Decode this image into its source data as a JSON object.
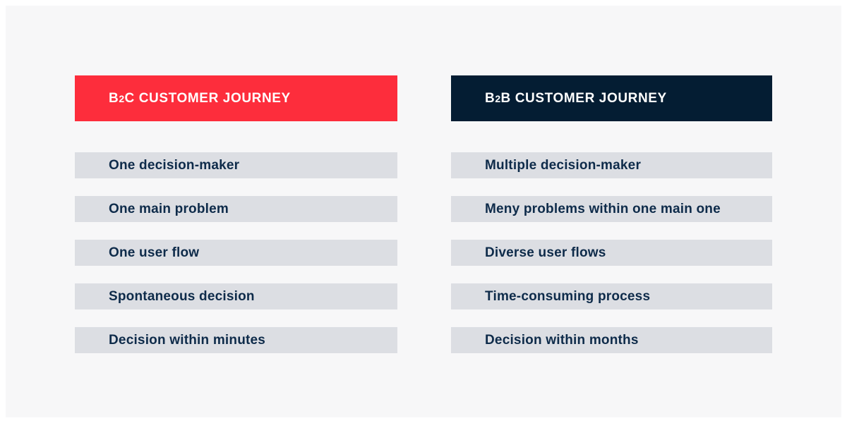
{
  "page": {
    "background": "#ffffff",
    "panel_background": "#f7f7f8"
  },
  "colors": {
    "b2c_header_background": "#fd2d3c",
    "b2b_header_background": "#041d33",
    "header_text": "#ffffff",
    "row_background": "#dcdee3",
    "row_text": "#0e2b4a"
  },
  "columns": [
    {
      "id": "b2c",
      "title": "B2C CUSTOMER JOURNEY",
      "title_parts": [
        "B",
        "2",
        "C CUSTOMER JOURNEY"
      ],
      "header_color": "#fd2d3c",
      "rows": [
        "One decision-maker",
        "One main problem",
        "One user flow",
        "Spontaneous decision",
        "Decision within minutes"
      ]
    },
    {
      "id": "b2b",
      "title": "B2B CUSTOMER JOURNEY",
      "title_parts": [
        "B",
        "2",
        "B CUSTOMER JOURNEY"
      ],
      "header_color": "#041d33",
      "rows": [
        "Multiple decision-maker",
        "Meny problems within one main one",
        "Diverse user flows",
        "Time-consuming process",
        "Decision within months"
      ]
    }
  ]
}
